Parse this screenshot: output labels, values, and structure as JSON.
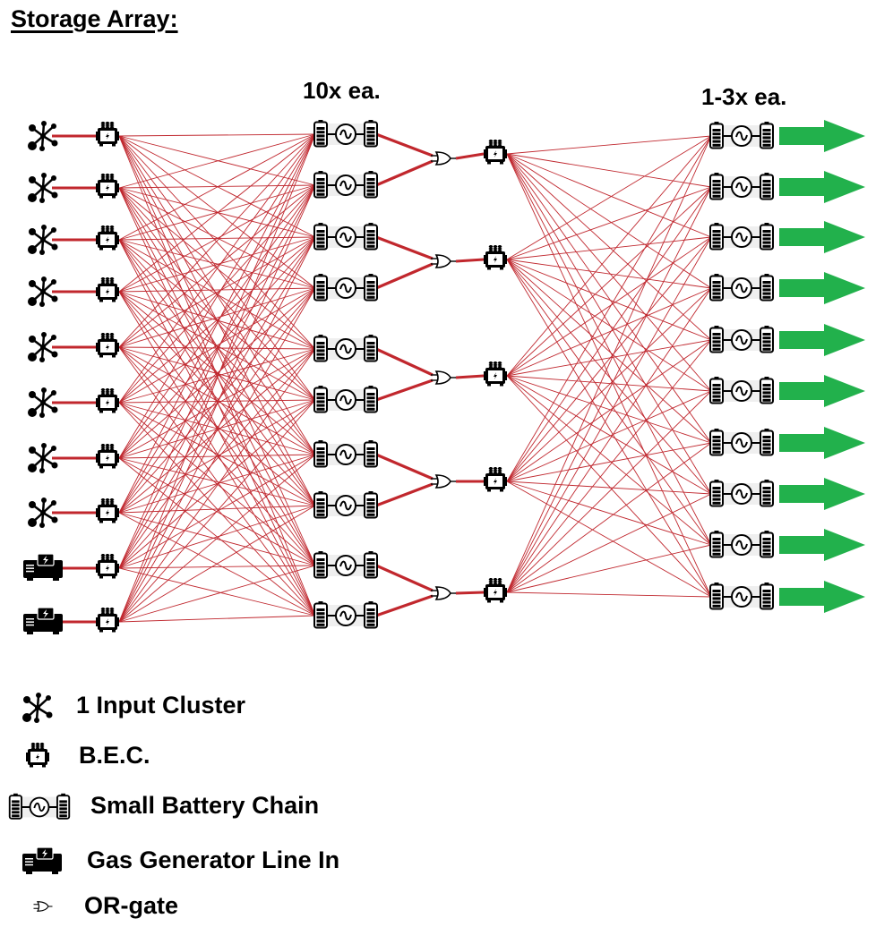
{
  "title": "Storage Array:",
  "column_labels": {
    "middle": "10x ea.",
    "right": "1-3x ea."
  },
  "colors": {
    "wire": "#c0282f",
    "wire_thick": "#c1272d",
    "arrow": "#22b14c",
    "icon": "#000000",
    "chain_bg": "#efefef"
  },
  "diagram": {
    "inputs": [
      {
        "type": "input-cluster"
      },
      {
        "type": "input-cluster"
      },
      {
        "type": "input-cluster"
      },
      {
        "type": "input-cluster"
      },
      {
        "type": "input-cluster"
      },
      {
        "type": "input-cluster"
      },
      {
        "type": "input-cluster"
      },
      {
        "type": "input-cluster"
      },
      {
        "type": "gas-generator"
      },
      {
        "type": "gas-generator"
      }
    ],
    "input_bec_count": 10,
    "middle_chain_count": 10,
    "or_gate_count": 5,
    "middle_bec_count": 5,
    "output_chain_count": 10,
    "output_arrow_count": 10,
    "connectivity": "full-mesh"
  },
  "legend": [
    {
      "icon": "input-cluster-icon",
      "label": "1 Input Cluster"
    },
    {
      "icon": "bec-icon",
      "label": "B.E.C."
    },
    {
      "icon": "battery-chain-icon",
      "label": "Small Battery Chain"
    },
    {
      "icon": "gas-generator-icon",
      "label": "Gas Generator Line In"
    },
    {
      "icon": "or-gate-icon",
      "label": "OR-gate"
    }
  ]
}
